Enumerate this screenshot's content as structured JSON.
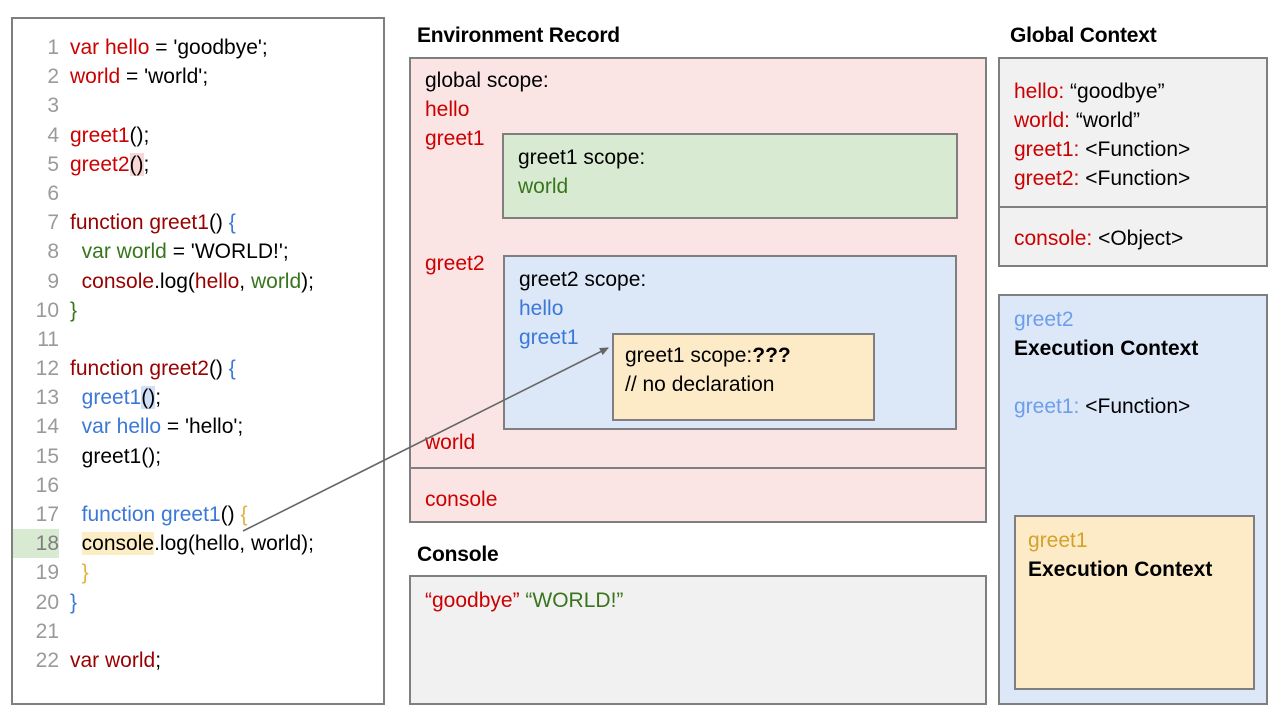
{
  "code_panel": {
    "lines": [
      {
        "n": "1",
        "tokens": [
          {
            "t": "var hello",
            "c": "r"
          },
          {
            "t": " = 'goodbye';",
            "c": "k"
          }
        ]
      },
      {
        "n": "2",
        "tokens": [
          {
            "t": "world",
            "c": "r"
          },
          {
            "t": " = 'world';",
            "c": "k"
          }
        ]
      },
      {
        "n": "3",
        "tokens": []
      },
      {
        "n": "4",
        "tokens": [
          {
            "t": "greet1",
            "c": "r"
          },
          {
            "t": "();",
            "c": "k"
          }
        ]
      },
      {
        "n": "5",
        "tokens": [
          {
            "t": "greet2",
            "c": "r"
          },
          {
            "t": "()",
            "c": "k hl-pink"
          },
          {
            "t": ";",
            "c": "k"
          }
        ]
      },
      {
        "n": "6",
        "tokens": []
      },
      {
        "n": "7",
        "tokens": [
          {
            "t": "function greet1",
            "c": "dr"
          },
          {
            "t": "() ",
            "c": "k"
          },
          {
            "t": "{",
            "c": "b"
          }
        ]
      },
      {
        "n": "8",
        "tokens": [
          {
            "t": "  ",
            "c": "k"
          },
          {
            "t": "var world",
            "c": "g"
          },
          {
            "t": " = 'WORLD!';",
            "c": "k"
          }
        ]
      },
      {
        "n": "9",
        "tokens": [
          {
            "t": "  ",
            "c": "k"
          },
          {
            "t": "console",
            "c": "dr"
          },
          {
            "t": ".log(",
            "c": "k"
          },
          {
            "t": "hello",
            "c": "dr"
          },
          {
            "t": ", ",
            "c": "k"
          },
          {
            "t": "world",
            "c": "g"
          },
          {
            "t": ");",
            "c": "k"
          }
        ]
      },
      {
        "n": "10",
        "tokens": [
          {
            "t": "}",
            "c": "g"
          }
        ]
      },
      {
        "n": "11",
        "tokens": []
      },
      {
        "n": "12",
        "tokens": [
          {
            "t": "function greet2",
            "c": "dr"
          },
          {
            "t": "() ",
            "c": "k"
          },
          {
            "t": "{",
            "c": "b"
          }
        ]
      },
      {
        "n": "13",
        "tokens": [
          {
            "t": "  ",
            "c": "k"
          },
          {
            "t": "greet1",
            "c": "b"
          },
          {
            "t": "()",
            "c": "k hl-blue"
          },
          {
            "t": ";",
            "c": "k"
          }
        ]
      },
      {
        "n": "14",
        "tokens": [
          {
            "t": "  ",
            "c": "k"
          },
          {
            "t": "var hello",
            "c": "b"
          },
          {
            "t": " = 'hello';",
            "c": "k"
          }
        ]
      },
      {
        "n": "15",
        "tokens": [
          {
            "t": "  greet1();",
            "c": "k"
          }
        ]
      },
      {
        "n": "16",
        "tokens": []
      },
      {
        "n": "17",
        "tokens": [
          {
            "t": "  ",
            "c": "k"
          },
          {
            "t": "function greet1",
            "c": "b"
          },
          {
            "t": "() ",
            "c": "k"
          },
          {
            "t": "{",
            "c": "y"
          }
        ]
      },
      {
        "n": "18",
        "tokens": [
          {
            "t": "  ",
            "c": "k"
          },
          {
            "t": "console",
            "c": "k hl-yellow"
          },
          {
            "t": ".log(hello, world);",
            "c": "k"
          }
        ],
        "line_highlight": "green"
      },
      {
        "n": "19",
        "tokens": [
          {
            "t": "  ",
            "c": "k"
          },
          {
            "t": "}",
            "c": "y"
          }
        ]
      },
      {
        "n": "20",
        "tokens": [
          {
            "t": "}",
            "c": "b"
          }
        ]
      },
      {
        "n": "21",
        "tokens": []
      },
      {
        "n": "22",
        "tokens": [
          {
            "t": "var world",
            "c": "dr"
          },
          {
            "t": ";",
            "c": "k"
          }
        ]
      }
    ]
  },
  "environment_record": {
    "title": "Environment Record",
    "global_scope_label": "global scope:",
    "bindings": {
      "hello": "hello",
      "greet1": "greet1",
      "greet2": "greet2",
      "world": "world",
      "console": "console"
    },
    "greet1_scope": {
      "head": "greet1 scope:",
      "vars": [
        "world"
      ]
    },
    "greet2_scope": {
      "head": "greet2 scope:",
      "vars": [
        "hello",
        "greet1"
      ],
      "nested_greet1_scope": {
        "head_prefix": "greet1 scope:",
        "head_value": "???",
        "note": "// no declaration"
      }
    }
  },
  "console": {
    "title": "Console",
    "output_first": "“goodbye”",
    "output_second": "“WORLD!”"
  },
  "global_context": {
    "title": "Global Context",
    "rows": [
      {
        "key": "hello:",
        "value": "“goodbye”"
      },
      {
        "key": "world:",
        "value": "“world”"
      },
      {
        "key": "greet1:",
        "value": "<Function>"
      },
      {
        "key": "greet2:",
        "value": "<Function>"
      },
      {
        "key": "console:",
        "value": "<Object>"
      }
    ]
  },
  "greet2_execution_context": {
    "name": "greet2",
    "label": "Execution Context",
    "binding_key": "greet1:",
    "binding_value": "<Function>",
    "greet1_execution_context": {
      "name": "greet1",
      "label": "Execution Context"
    }
  },
  "colors": {
    "pink_panel": "#fbe4e4",
    "green_scope": "#d9ead3",
    "blue_scope": "#dce7f8",
    "yellow_scope": "#fdebc8",
    "grey_panel": "#f1f1f1",
    "border": "#7f7f7f",
    "red_ident": "#cc0000",
    "green_ident": "#38761d",
    "blue_ident": "#3c78d8",
    "yellow_ident": "#d4a12a"
  }
}
